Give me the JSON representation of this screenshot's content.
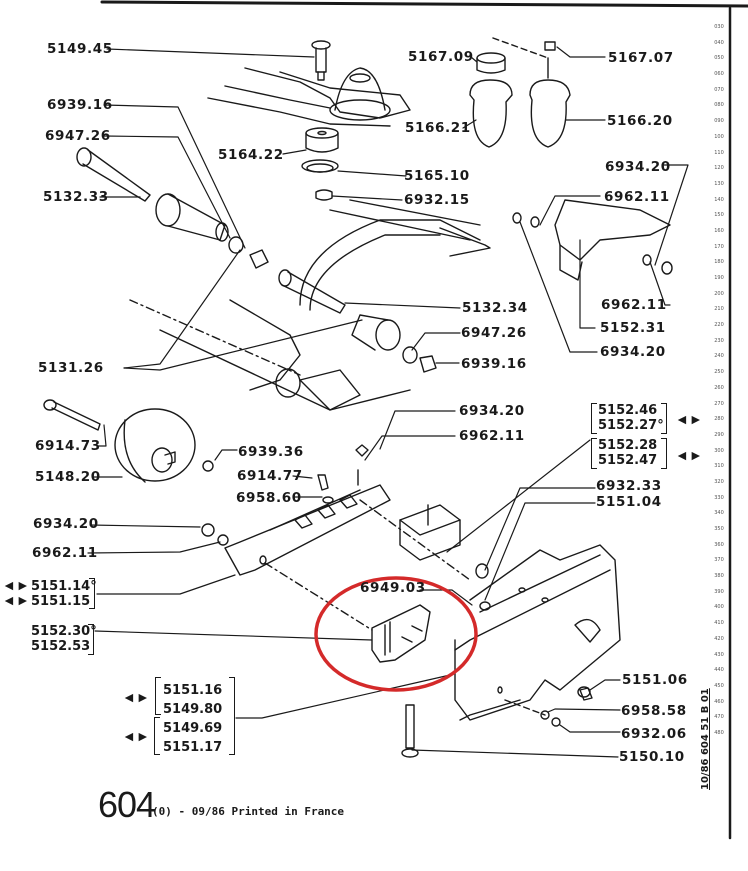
{
  "document": {
    "model": "604",
    "footer_note": "(0) - 09/86 Printed in France",
    "reference_code": "10/86  604  51 B 01",
    "highlight_color": "#d42a2a",
    "ink_color": "#1a1a1a"
  },
  "labels": {
    "l5149_45": "5149.45",
    "l6939_16a": "6939.16",
    "l6947_26a": "6947.26",
    "l5132_33": "5132.33",
    "l5164_22": "5164.22",
    "l5165_10": "5165.10",
    "l6932_15": "6932.15",
    "l5167_09": "5167.09",
    "l5167_07": "5167.07",
    "l5166_21": "5166.21",
    "l5166_20": "5166.20",
    "l6934_20a": "6934.20",
    "l6962_11a": "6962.11",
    "l6962_11b": "6962.11",
    "l5152_31": "5152.31",
    "l6934_20b": "6934.20",
    "l5132_34": "5132.34",
    "l6947_26b": "6947.26",
    "l6939_16b": "6939.16",
    "l5131_26": "5131.26",
    "l6934_20c": "6934.20",
    "l6962_11c": "6962.11",
    "l6914_73": "6914.73",
    "l5148_20": "5148.20",
    "l6939_36": "6939.36",
    "l6914_77": "6914.77",
    "l6958_60": "6958.60",
    "l6934_20d": "6934.20",
    "l6962_11d": "6962.11",
    "l6932_33": "6932.33",
    "l5151_04": "5151.04",
    "l6949_03": "6949.03",
    "l5151_06": "5151.06",
    "l6958_58": "6958.58",
    "l6932_06": "6932.06",
    "l5150_10": "5150.10"
  },
  "groups": {
    "g5151_14": [
      "5151.14°",
      "5151.15"
    ],
    "g5152_30": [
      "5152.30°",
      "5152.53"
    ],
    "g5152_46": [
      "5152.46",
      "5152.27°"
    ],
    "g5152_28": [
      "5152.28",
      "5152.47"
    ],
    "g5151_16": [
      "5151.16",
      "5149.80"
    ],
    "g5149_69": [
      "5149.69",
      "5151.17"
    ]
  },
  "icons": {
    "double_arrow": "◄►"
  },
  "scale_ticks": [
    "030",
    "040",
    "050",
    "060",
    "070",
    "080",
    "090",
    "100",
    "110",
    "120",
    "130",
    "140",
    "150",
    "160",
    "170",
    "180",
    "190",
    "200",
    "210",
    "220",
    "230",
    "240",
    "250",
    "260",
    "270",
    "280",
    "290",
    "300",
    "310",
    "320",
    "330",
    "340",
    "350",
    "360",
    "370",
    "380",
    "390",
    "400",
    "410",
    "420",
    "430",
    "440",
    "450",
    "460",
    "470",
    "480"
  ]
}
